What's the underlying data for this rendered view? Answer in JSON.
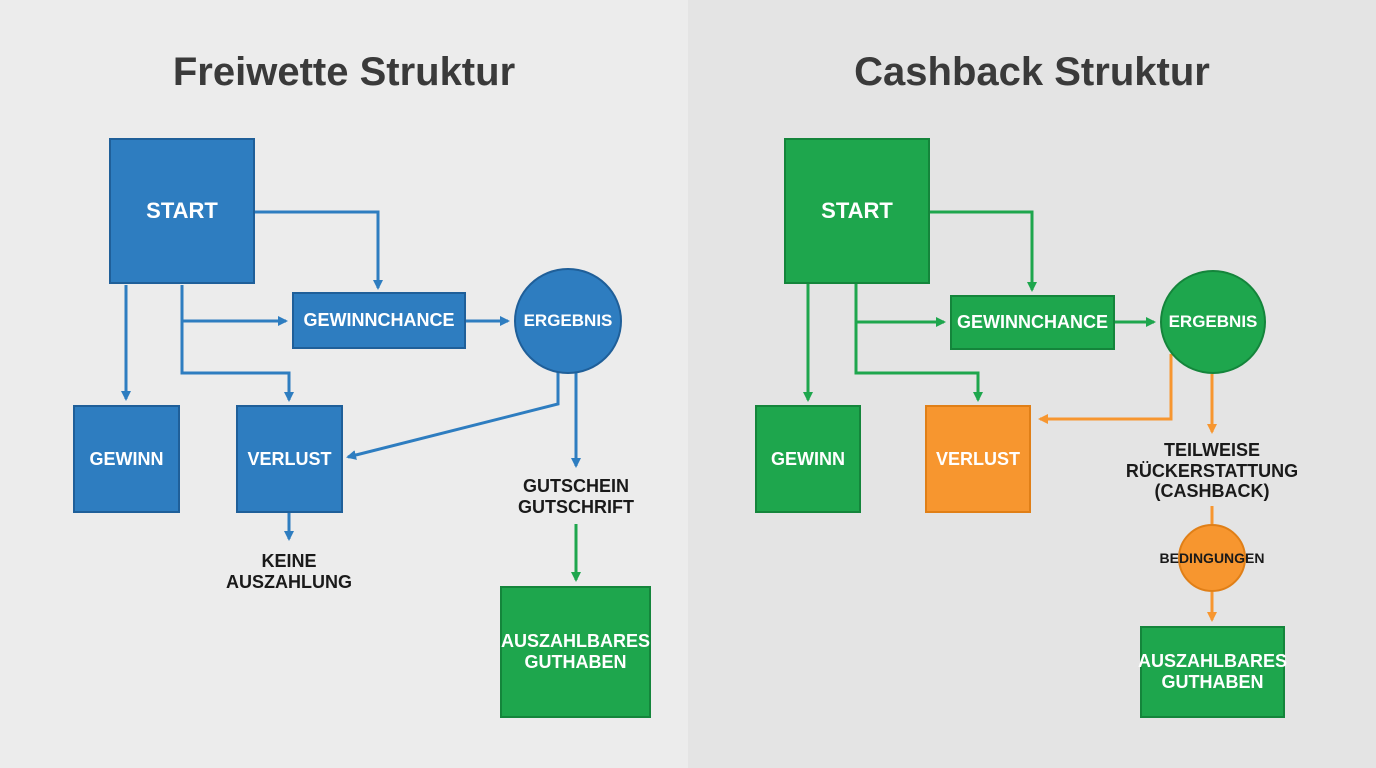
{
  "left": {
    "title": "Freiwette Struktur",
    "nodes": {
      "start": "START",
      "chance": "GEWINNCHANCE",
      "result": "ERGEBNIS",
      "win": "GEWINN",
      "loss": "VERLUST",
      "no_payout": "KEINE\nAUSZAHLUNG",
      "voucher": "GUTSCHEIN\nGUTSCHRIFT",
      "balance": "AUSZAHLBARES\nGUTHABEN"
    }
  },
  "right": {
    "title": "Cashback Struktur",
    "nodes": {
      "start": "START",
      "chance": "GEWINNCHANCE",
      "result": "ERGEBNIS",
      "win": "GEWINN",
      "loss": "VERLUST",
      "refund": "TEILWEISE\nRÜCKERSTATTUNG\n(CASHBACK)",
      "conditions": "BEDINGUNGEN",
      "balance": "AUSZAHLBARES\nGUTHABEN"
    }
  },
  "colors": {
    "blue": "#2e7dc0",
    "green": "#1ea64d",
    "orange": "#f7962f"
  }
}
